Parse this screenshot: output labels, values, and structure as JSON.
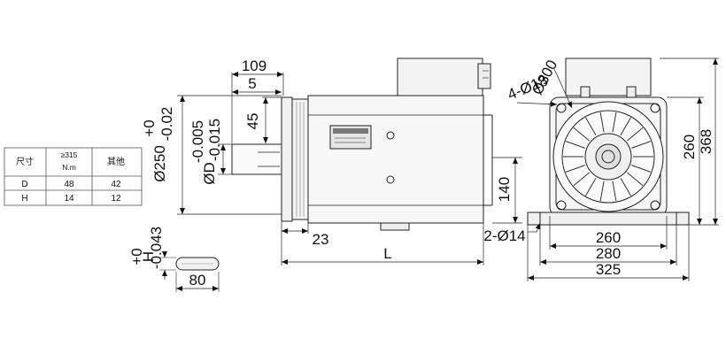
{
  "table": {
    "header": [
      "尺寸",
      "≥315",
      "N.m",
      "其他"
    ],
    "rows": [
      {
        "label": "D",
        "v1": "48",
        "v2": "42"
      },
      {
        "label": "H",
        "v1": "14",
        "v2": "12"
      }
    ]
  },
  "dimensions": {
    "d109": "109",
    "d5": "5",
    "d45": "45",
    "d23": "23",
    "dL": "L",
    "d80": "80",
    "d140": "140",
    "d_phi250": "Ø250",
    "d_phi250_tol_up": "+0",
    "d_phi250_tol_dn": "-0.02",
    "d_phiD": "ØD",
    "d_phiD_tol_up": "-0.005",
    "d_phiD_tol_dn": "-0.015",
    "d_H": "H",
    "d_H_tol_up": "+0",
    "d_H_tol_dn": "-0.043",
    "d_phi300": "Ø300",
    "d_4phi18": "4-Ø18",
    "d_2phi14": "2-Ø14",
    "d260w": "260",
    "d280": "280",
    "d325": "325",
    "d260h": "260",
    "d368": "368"
  }
}
